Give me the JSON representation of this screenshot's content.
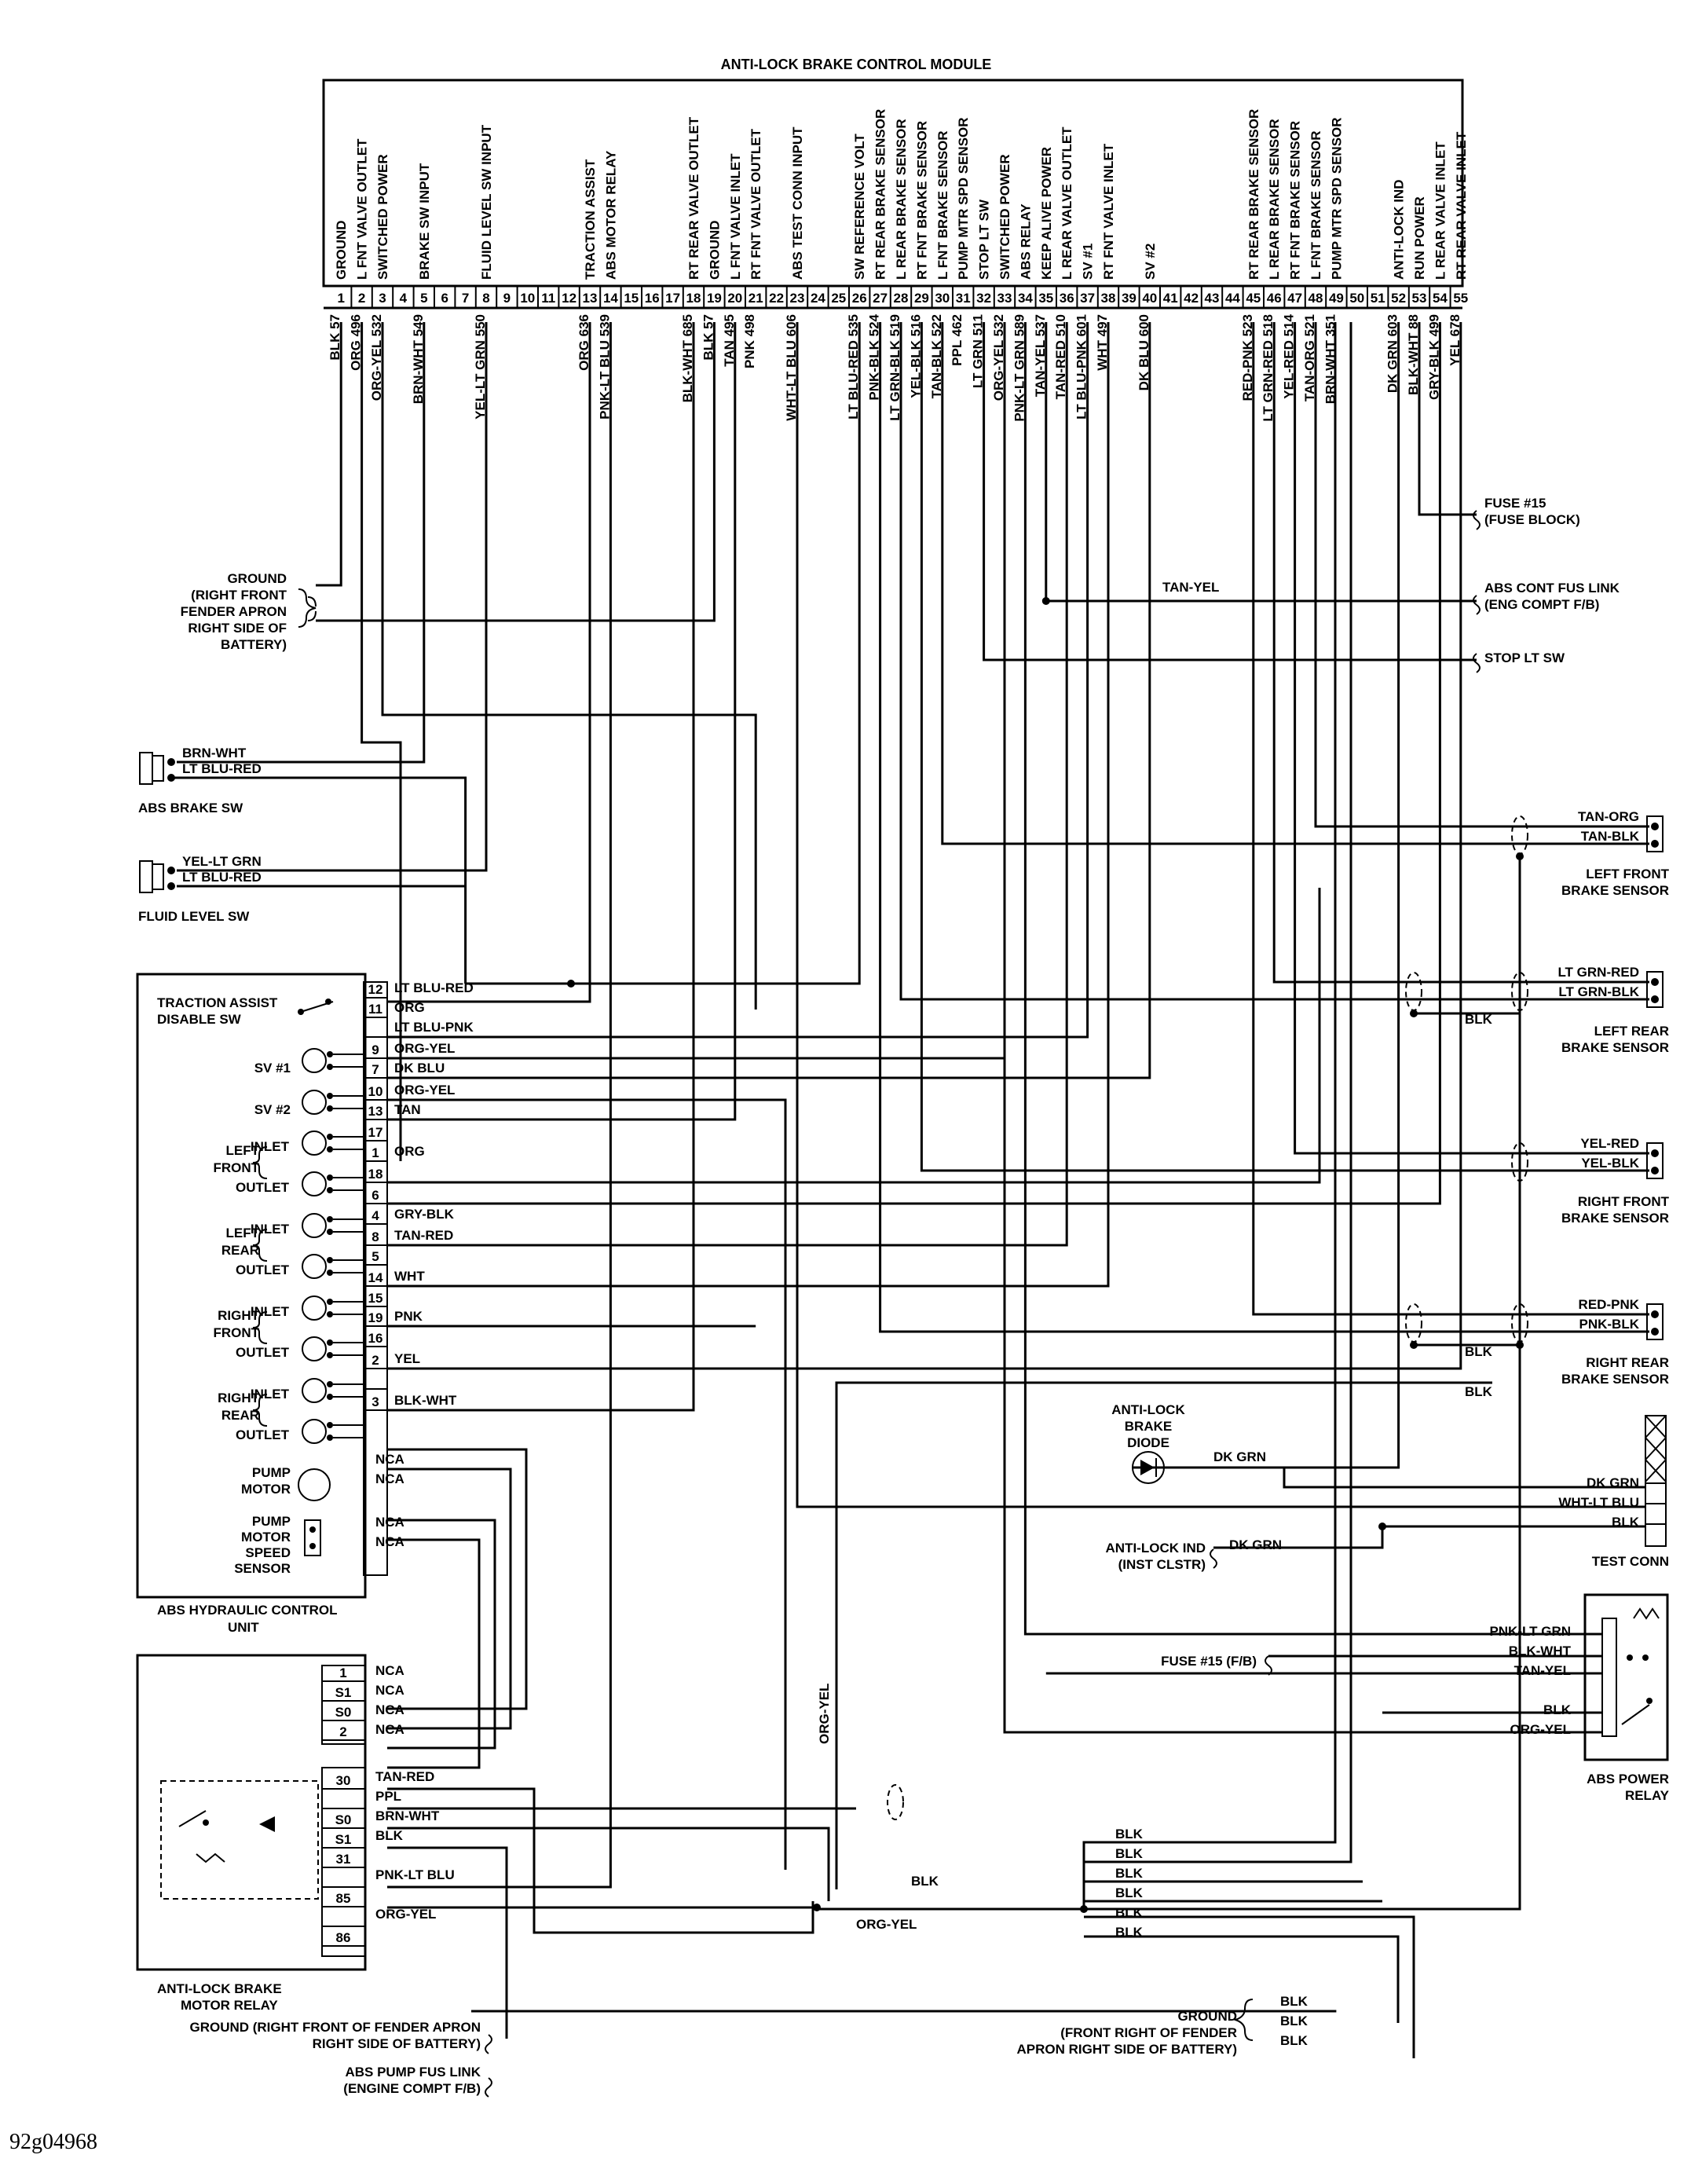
{
  "title": "ANTI-LOCK BRAKE CONTROL MODULE",
  "figure_ref": "92g04968",
  "module_pins": [
    {
      "pin": "1",
      "fn": "GROUND",
      "wire": "BLK 57"
    },
    {
      "pin": "2",
      "fn": "L FNT VALVE OUTLET",
      "wire": "ORG 496"
    },
    {
      "pin": "3",
      "fn": "SWITCHED POWER",
      "wire": "ORG-YEL 532"
    },
    {
      "pin": "4",
      "fn": "",
      "wire": ""
    },
    {
      "pin": "5",
      "fn": "BRAKE SW INPUT",
      "wire": "BRN-WHT 549"
    },
    {
      "pin": "6",
      "fn": "",
      "wire": ""
    },
    {
      "pin": "7",
      "fn": "",
      "wire": ""
    },
    {
      "pin": "8",
      "fn": "FLUID LEVEL SW INPUT",
      "wire": "YEL-LT GRN 550"
    },
    {
      "pin": "9",
      "fn": "",
      "wire": ""
    },
    {
      "pin": "10",
      "fn": "",
      "wire": ""
    },
    {
      "pin": "11",
      "fn": "",
      "wire": ""
    },
    {
      "pin": "12",
      "fn": "",
      "wire": ""
    },
    {
      "pin": "13",
      "fn": "TRACTION ASSIST",
      "wire": "ORG 636"
    },
    {
      "pin": "14",
      "fn": "ABS MOTOR RELAY",
      "wire": "PNK-LT BLU 539"
    },
    {
      "pin": "15",
      "fn": "",
      "wire": ""
    },
    {
      "pin": "16",
      "fn": "",
      "wire": ""
    },
    {
      "pin": "17",
      "fn": "",
      "wire": ""
    },
    {
      "pin": "18",
      "fn": "RT REAR VALVE OUTLET",
      "wire": "BLK-WHT 685"
    },
    {
      "pin": "19",
      "fn": "GROUND",
      "wire": "BLK 57"
    },
    {
      "pin": "20",
      "fn": "L FNT VALVE INLET",
      "wire": "TAN 495"
    },
    {
      "pin": "21",
      "fn": "RT FNT VALVE OUTLET",
      "wire": "PNK 498"
    },
    {
      "pin": "22",
      "fn": "",
      "wire": ""
    },
    {
      "pin": "23",
      "fn": "ABS TEST CONN INPUT",
      "wire": "WHT-LT BLU 606"
    },
    {
      "pin": "24",
      "fn": "",
      "wire": ""
    },
    {
      "pin": "25",
      "fn": "",
      "wire": ""
    },
    {
      "pin": "26",
      "fn": "SW REFERENCE VOLT",
      "wire": "LT BLU-RED 535"
    },
    {
      "pin": "27",
      "fn": "RT REAR BRAKE SENSOR",
      "wire": "PNK-BLK 524"
    },
    {
      "pin": "28",
      "fn": "L REAR BRAKE SENSOR",
      "wire": "LT GRN-BLK 519"
    },
    {
      "pin": "29",
      "fn": "RT FNT BRAKE SENSOR",
      "wire": "YEL-BLK 516"
    },
    {
      "pin": "30",
      "fn": "L FNT BRAKE SENSOR",
      "wire": "TAN-BLK 522"
    },
    {
      "pin": "31",
      "fn": "PUMP MTR SPD SENSOR",
      "wire": "PPL 462"
    },
    {
      "pin": "32",
      "fn": "STOP LT SW",
      "wire": "LT GRN 511"
    },
    {
      "pin": "33",
      "fn": "SWITCHED POWER",
      "wire": "ORG-YEL 532"
    },
    {
      "pin": "34",
      "fn": "ABS RELAY",
      "wire": "PNK-LT GRN 589"
    },
    {
      "pin": "35",
      "fn": "KEEP ALIVE POWER",
      "wire": "TAN-YEL 537"
    },
    {
      "pin": "36",
      "fn": "L REAR VALVE OUTLET",
      "wire": "TAN-RED 510"
    },
    {
      "pin": "37",
      "fn": "SV #1",
      "wire": "LT BLU-PNK 601"
    },
    {
      "pin": "38",
      "fn": "RT FNT VALVE INLET",
      "wire": "WHT 497"
    },
    {
      "pin": "39",
      "fn": "",
      "wire": ""
    },
    {
      "pin": "40",
      "fn": "SV #2",
      "wire": "DK BLU 600"
    },
    {
      "pin": "41",
      "fn": "",
      "wire": ""
    },
    {
      "pin": "42",
      "fn": "",
      "wire": ""
    },
    {
      "pin": "43",
      "fn": "",
      "wire": ""
    },
    {
      "pin": "44",
      "fn": "",
      "wire": ""
    },
    {
      "pin": "45",
      "fn": "RT REAR BRAKE SENSOR",
      "wire": "RED-PNK 523"
    },
    {
      "pin": "46",
      "fn": "L REAR BRAKE SENSOR",
      "wire": "LT GRN-RED 518"
    },
    {
      "pin": "47",
      "fn": "RT FNT BRAKE SENSOR",
      "wire": "YEL-RED 514"
    },
    {
      "pin": "48",
      "fn": "L FNT BRAKE SENSOR",
      "wire": "TAN-ORG 521"
    },
    {
      "pin": "49",
      "fn": "PUMP MTR SPD SENSOR",
      "wire": "BRN-WHT 351"
    },
    {
      "pin": "50",
      "fn": "",
      "wire": ""
    },
    {
      "pin": "51",
      "fn": "",
      "wire": ""
    },
    {
      "pin": "52",
      "fn": "ANTI-LOCK IND",
      "wire": "DK GRN 603"
    },
    {
      "pin": "53",
      "fn": "RUN POWER",
      "wire": "BLK-WHT 88"
    },
    {
      "pin": "54",
      "fn": "L REAR VALVE INLET",
      "wire": "GRY-BLK 499"
    },
    {
      "pin": "55",
      "fn": "RT REAR VALVE INLET",
      "wire": "YEL 678"
    }
  ],
  "right_side": {
    "fuse15_block": [
      "FUSE #15",
      "(FUSE BLOCK)"
    ],
    "abs_cont_fus_link": [
      "ABS CONT FUS LINK",
      "(ENG COMPT F/B)"
    ],
    "abs_cont_wire": "TAN-YEL",
    "stop_lt_sw": "STOP LT SW",
    "left_front_sensor": {
      "wires": [
        "TAN-ORG",
        "TAN-BLK"
      ],
      "name": [
        "LEFT FRONT",
        "BRAKE SENSOR"
      ]
    },
    "left_rear_sensor": {
      "wires": [
        "LT GRN-RED",
        "LT GRN-BLK"
      ],
      "shield": "BLK",
      "name": [
        "LEFT REAR",
        "BRAKE SENSOR"
      ]
    },
    "right_front_sensor": {
      "wires": [
        "YEL-RED",
        "YEL-BLK"
      ],
      "name": [
        "RIGHT FRONT",
        "BRAKE SENSOR"
      ]
    },
    "right_rear_sensor": {
      "wires": [
        "RED-PNK",
        "PNK-BLK"
      ],
      "shield": "BLK",
      "shield2": "BLK",
      "name": [
        "RIGHT REAR",
        "BRAKE SENSOR"
      ]
    },
    "diode_label": [
      "ANTI-LOCK",
      "BRAKE",
      "DIODE"
    ],
    "diode_wire": "DK GRN",
    "test_conn_wires": [
      "DK GRN",
      "WHT-LT BLU",
      "BLK"
    ],
    "test_conn": "TEST CONN",
    "anti_lock_ind": [
      "ANTI-LOCK IND",
      "(INST CLSTR)"
    ],
    "anti_lock_ind_wire": "DK GRN",
    "fuse15_fb": "FUSE #15 (F/B)",
    "power_relay_wires": [
      "PNK-LT GRN",
      "BLK-WHT",
      "TAN-YEL",
      "BLK",
      "ORG-YEL"
    ],
    "power_relay": [
      "ABS POWER",
      "RELAY"
    ],
    "ground_bottom": [
      "GROUND",
      "(FRONT RIGHT OF FENDER",
      "APRON RIGHT SIDE OF BATTERY)"
    ],
    "ground_bottom_wires": [
      "BLK",
      "BLK",
      "BLK"
    ],
    "blk_bus": [
      "BLK",
      "BLK",
      "BLK",
      "BLK",
      "BLK",
      "BLK"
    ]
  },
  "left_side": {
    "ground_top": [
      "GROUND",
      "(RIGHT FRONT",
      "FENDER APRON",
      "RIGHT SIDE OF",
      "BATTERY)"
    ],
    "abs_brake_sw": {
      "wires": [
        "BRN-WHT",
        "LT BLU-RED"
      ],
      "name": "ABS BRAKE SW"
    },
    "fluid_level_sw": {
      "wires": [
        "YEL-LT GRN",
        "LT BLU-RED"
      ],
      "name": "FLUID LEVEL SW"
    },
    "hcu": {
      "name": [
        "ABS HYDRAULIC CONTROL",
        "UNIT"
      ],
      "traction": [
        "TRACTION ASSIST",
        "DISABLE SW"
      ],
      "sv1": "SV #1",
      "sv2": "SV #2",
      "left_front": [
        "LEFT",
        "FRONT"
      ],
      "left_rear": [
        "LEFT",
        "REAR"
      ],
      "right_front": [
        "RIGHT",
        "FRONT"
      ],
      "right_rear": [
        "RIGHT",
        "REAR"
      ],
      "inlet": "INLET",
      "outlet": "OUTLET",
      "pump_motor": [
        "PUMP",
        "MOTOR"
      ],
      "pump_sensor": [
        "PUMP",
        "MOTOR",
        "SPEED",
        "SENSOR"
      ],
      "pins": [
        {
          "pin": "12",
          "wire": "LT BLU-RED"
        },
        {
          "pin": "11",
          "wire": "ORG"
        },
        {
          "pin": "",
          "wire": "LT BLU-PNK"
        },
        {
          "pin": "9",
          "wire": "ORG-YEL"
        },
        {
          "pin": "7",
          "wire": "DK BLU"
        },
        {
          "pin": "10",
          "wire": "ORG-YEL"
        },
        {
          "pin": "13",
          "wire": "TAN"
        },
        {
          "pin": "17",
          "wire": ""
        },
        {
          "pin": "1",
          "wire": "ORG"
        },
        {
          "pin": "18",
          "wire": ""
        },
        {
          "pin": "6",
          "wire": ""
        },
        {
          "pin": "4",
          "wire": "GRY-BLK"
        },
        {
          "pin": "8",
          "wire": "TAN-RED"
        },
        {
          "pin": "5",
          "wire": ""
        },
        {
          "pin": "14",
          "wire": "WHT"
        },
        {
          "pin": "15",
          "wire": ""
        },
        {
          "pin": "19",
          "wire": "PNK"
        },
        {
          "pin": "16",
          "wire": ""
        },
        {
          "pin": "2",
          "wire": "YEL"
        },
        {
          "pin": "",
          "wire": ""
        },
        {
          "pin": "3",
          "wire": "BLK-WHT"
        }
      ],
      "pump_wires": [
        "NCA",
        "NCA"
      ],
      "sensor_wires": [
        "NCA",
        "NCA"
      ]
    },
    "motor_relay": {
      "name": [
        "ANTI-LOCK BRAKE",
        "MOTOR RELAY"
      ],
      "top_pins": [
        {
          "pin": "1",
          "wire": "NCA"
        },
        {
          "pin": "S1",
          "wire": "NCA"
        },
        {
          "pin": "S0",
          "wire": "NCA"
        },
        {
          "pin": "2",
          "wire": "NCA"
        }
      ],
      "pins": [
        {
          "pin": "30",
          "wire": "TAN-RED"
        },
        {
          "pin": "",
          "wire": "PPL"
        },
        {
          "pin": "S0",
          "wire": "BRN-WHT"
        },
        {
          "pin": "S1",
          "wire": "BLK"
        },
        {
          "pin": "31",
          "wire": ""
        },
        {
          "pin": "",
          "wire": "PNK-LT BLU"
        },
        {
          "pin": "85",
          "wire": ""
        },
        {
          "pin": "",
          "wire": "ORG-YEL"
        },
        {
          "pin": "86",
          "wire": ""
        }
      ]
    },
    "ground_relay": [
      "GROUND (RIGHT FRONT OF FENDER APRON",
      "RIGHT SIDE OF BATTERY)"
    ],
    "pump_fus_link": [
      "ABS PUMP FUS LINK",
      "(ENGINE COMPT F/B)"
    ],
    "org_yel_vertical": "ORG-YEL",
    "org_yel_bottom": "ORG-YEL",
    "blk_mid": "BLK"
  }
}
